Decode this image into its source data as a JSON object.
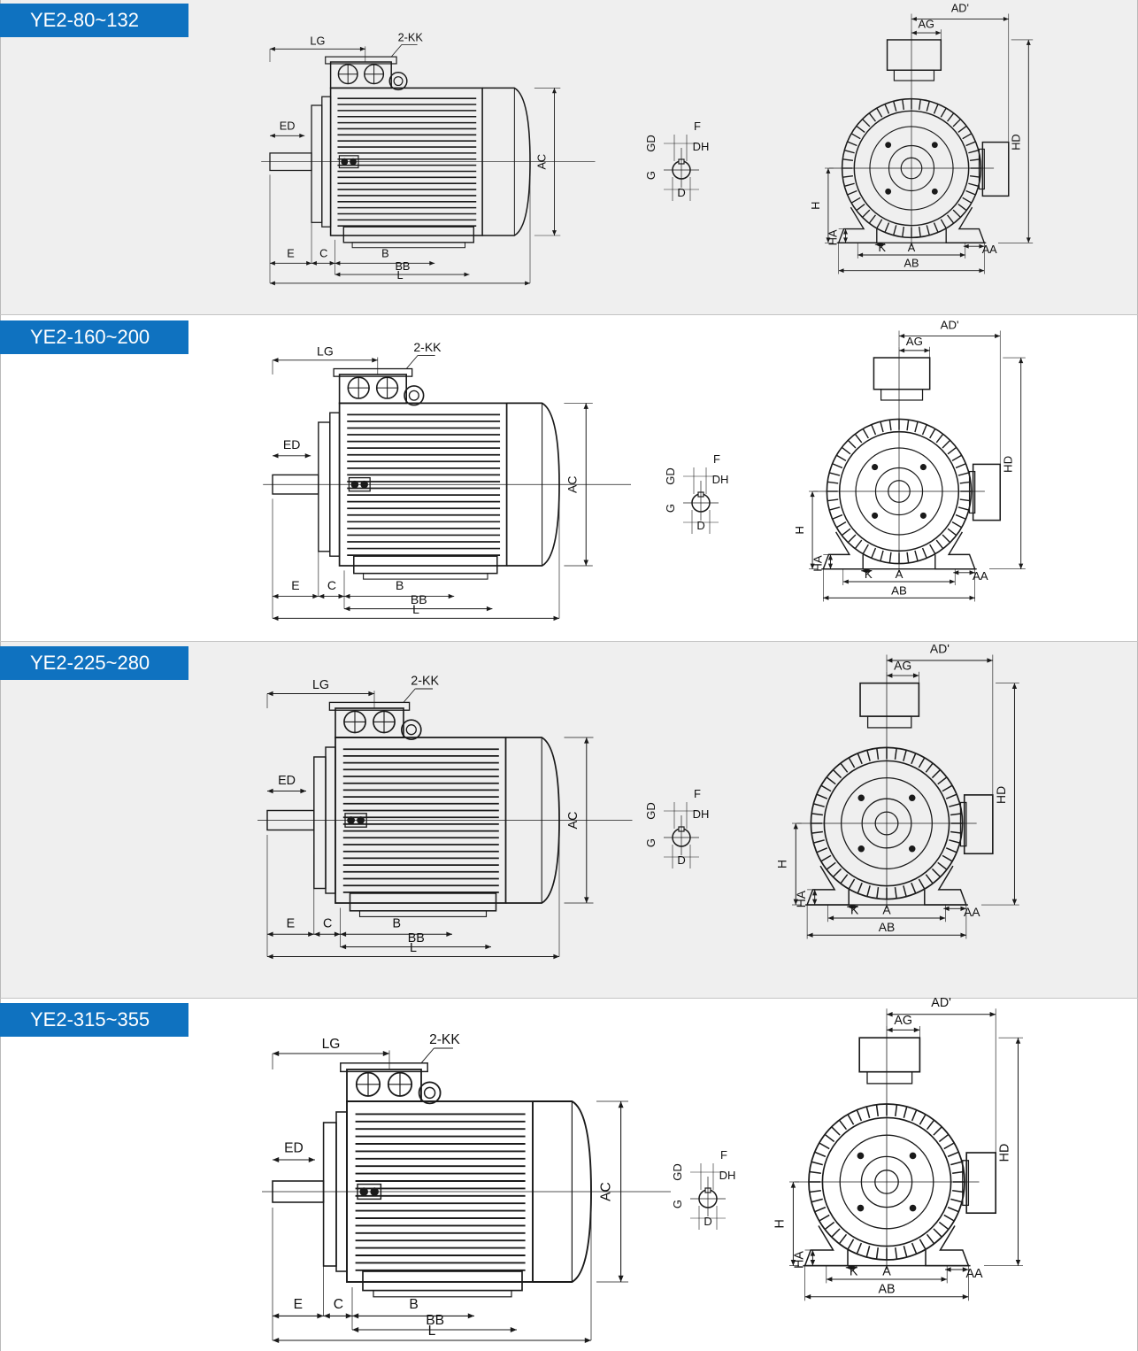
{
  "sections": [
    {
      "id": "s1",
      "title": "YE2-80~132"
    },
    {
      "id": "s2",
      "title": "YE2-160~200"
    },
    {
      "id": "s3",
      "title": "YE2-225~280"
    },
    {
      "id": "s4",
      "title": "YE2-315~355"
    }
  ],
  "labels": {
    "side": {
      "LG": "LG",
      "KK": "2-KK",
      "ED": "ED",
      "AC": "AC",
      "E": "E",
      "C": "C",
      "B": "B",
      "BB": "BB",
      "L": "L"
    },
    "shaft": {
      "GD": "GD",
      "F": "F",
      "DH": "DH",
      "G": "G",
      "D": "D"
    },
    "front": {
      "AD": "AD'",
      "AG": "AG",
      "HD": "HD",
      "H": "H",
      "HA": "HA",
      "K": "K",
      "A": "A",
      "AA": "AA",
      "AB": "AB"
    }
  },
  "colors": {
    "tag": "#0f72c0",
    "band": "#efefef",
    "line": "#1a1a1a"
  }
}
